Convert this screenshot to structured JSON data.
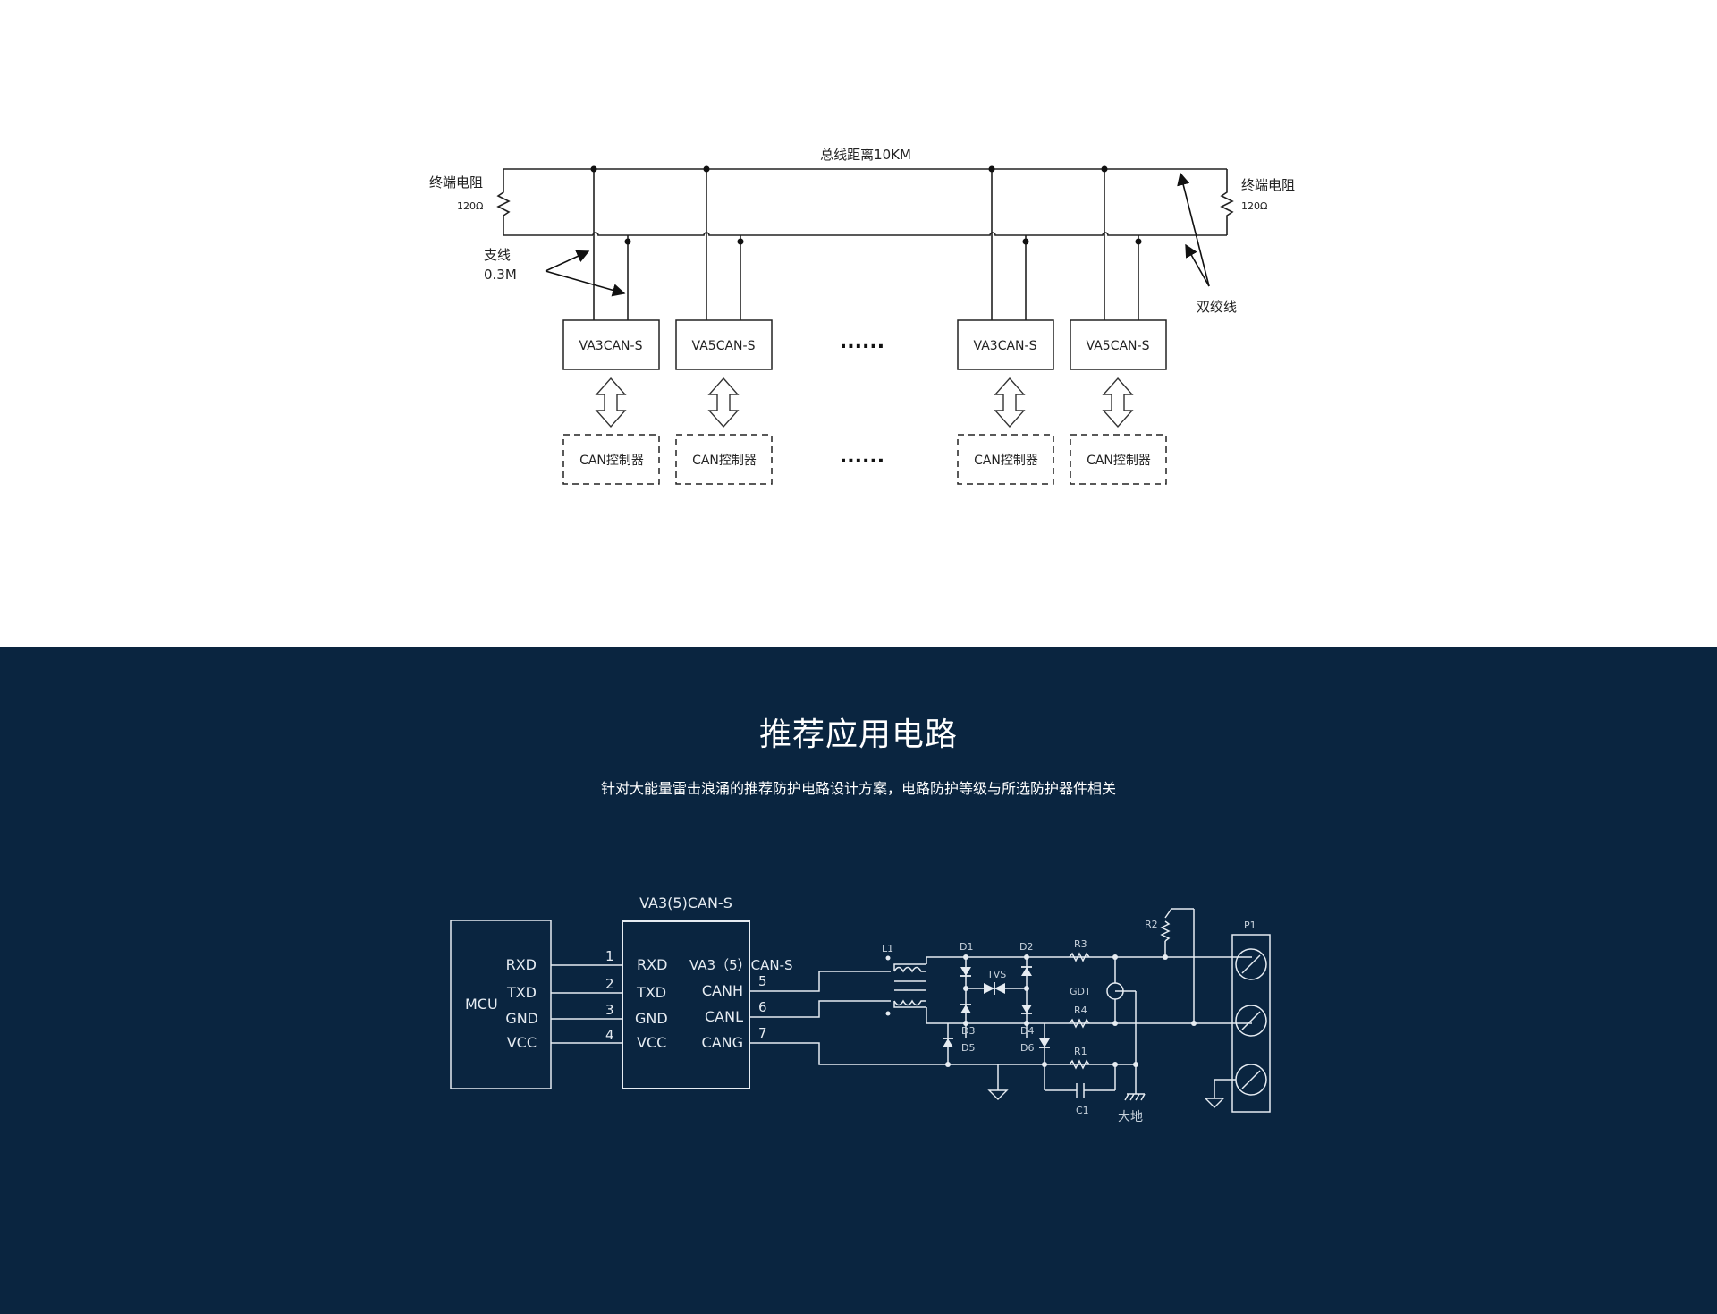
{
  "bus_diagram": {
    "bus_distance_label": "总线距离10KM",
    "terminal_left_label": "终端电阻",
    "terminal_left_value": "120Ω",
    "terminal_right_label": "终端电阻",
    "terminal_right_value": "120Ω",
    "branch_label_line1": "支线",
    "branch_label_line2": "0.3M",
    "twisted_pair_label": "双绞线",
    "nodes": [
      {
        "module": "VA3CAN-S",
        "controller": "CAN控制器"
      },
      {
        "module": "VA5CAN-S",
        "controller": "CAN控制器"
      },
      {
        "module": "VA3CAN-S",
        "controller": "CAN控制器"
      },
      {
        "module": "VA5CAN-S",
        "controller": "CAN控制器"
      }
    ],
    "ellipsis": "......"
  },
  "section": {
    "title": "推荐应用电路",
    "subtitle": "针对大能量雷击浪涌的推荐防护电路设计方案，电路防护等级与所选防护器件相关"
  },
  "circuit": {
    "module_title": "VA3(5)CAN-S",
    "mcu_label": "MCU",
    "mcu_pins": [
      "RXD",
      "TXD",
      "GND",
      "VCC"
    ],
    "pin_numbers_left": [
      "1",
      "2",
      "3",
      "4"
    ],
    "module_pins_left": [
      "RXD",
      "TXD",
      "GND",
      "VCC"
    ],
    "module_name_line": "VA3（5）CAN-S",
    "module_pins_right": [
      "CANH",
      "CANL",
      "CANG"
    ],
    "pin_numbers_right": [
      "5",
      "6",
      "7"
    ],
    "components": {
      "l1": "L1",
      "d1": "D1",
      "d2": "D2",
      "d3": "D3",
      "d4": "D4",
      "d5": "D5",
      "d6": "D6",
      "tvs": "TVS",
      "r1": "R1",
      "r2": "R2",
      "r3": "R3",
      "r4": "R4",
      "gdt": "GDT",
      "c1": "C1",
      "p1": "P1",
      "earth": "大地"
    }
  }
}
